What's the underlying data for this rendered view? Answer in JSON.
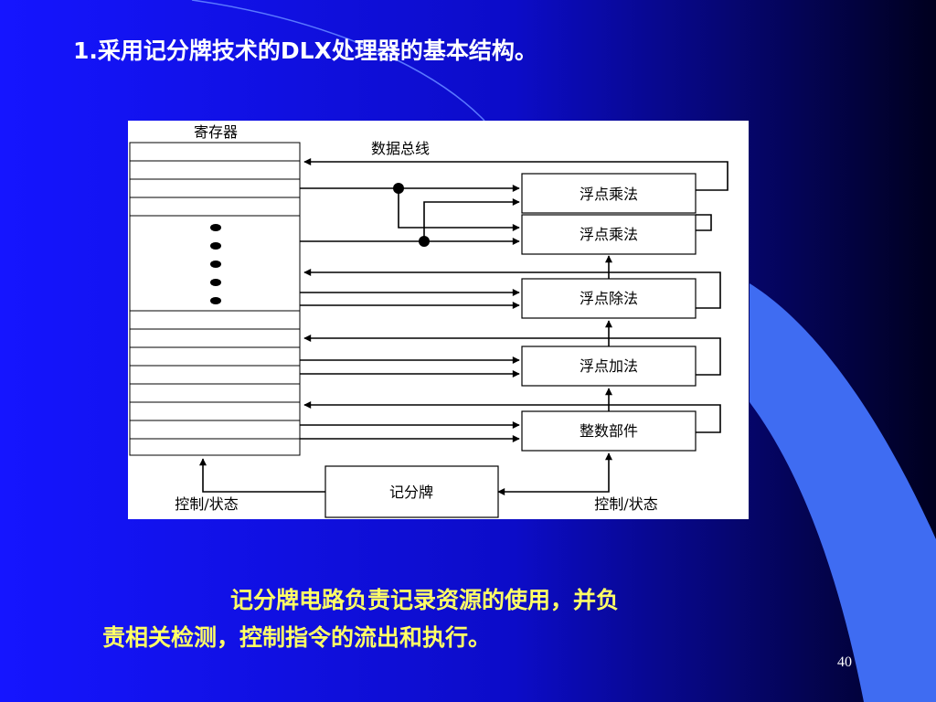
{
  "slide": {
    "title": "1.采用记分牌技术的DLX处理器的基本结构。",
    "caption_line1": "记分牌电路负责记录资源的使用，并负",
    "caption_line2": "责相关检测，控制指令的流出和执行。",
    "page_number": "40"
  },
  "colors": {
    "background_left": "#1212ff",
    "background_right": "#000040",
    "title_text": "#ffffff",
    "caption_text": "#ffff66",
    "accent_swoosh": "#3f6cf2"
  },
  "diagram": {
    "register_label": "寄存器",
    "data_bus_label": "数据总线",
    "units": {
      "fp_mul_1": "浮点乘法",
      "fp_mul_2": "浮点乘法",
      "fp_div": "浮点除法",
      "fp_add": "浮点加法",
      "integer": "整数部件"
    },
    "scoreboard_label": "记分牌",
    "control_status_left": "控制/状态",
    "control_status_right": "控制/状态"
  }
}
